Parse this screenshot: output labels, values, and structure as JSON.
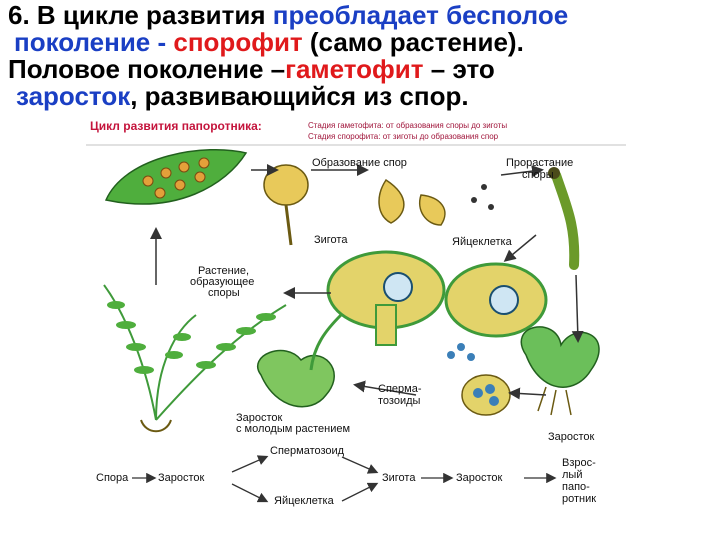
{
  "slide": {
    "title": {
      "l1_a": "6. В цикле развития ",
      "l1_b": "преобладает бесполое",
      "l2_a": "поколение - ",
      "l2_b": "спорофит",
      "l2_c": " (само растение).",
      "l3_a": "Половое поколение –",
      "l3_b": "гаметофит",
      "l3_c": " – это",
      "l4_a": "заросток",
      "l4_b": ", развивающийся из спор."
    }
  },
  "figure": {
    "heading": "Цикл развития папоротника:",
    "stage_gametophyte": "Стадия гаметофита: от образования споры до зиготы",
    "stage_sporophyte": "Стадия спорофита: от зиготы до образования спор",
    "labels": {
      "spore_formation": "Образование спор",
      "spore_germination_1": "Прорастание",
      "spore_germination_2": "споры",
      "zygote": "Зигота",
      "egg": "Яйцеклетка",
      "plant_1": "Растение,",
      "plant_2": "образующее",
      "plant_3": "споры",
      "sperm_1": "Сперма-",
      "sperm_2": "тозоиды",
      "prothallus_young_1": "Заросток",
      "prothallus_young_2": "с молодым растением",
      "prothallus_right": "Заросток"
    },
    "scheme": {
      "spermatozoid": "Сперматозоид",
      "spore": "Спора",
      "prothallus_1": "Заросток",
      "zygote": "Зигота",
      "prothallus_2": "Заросток",
      "egg": "Яйцеклетка",
      "adult_1": "Взрос-",
      "adult_2": "лый",
      "adult_3": "папо-",
      "adult_4": "ротник"
    }
  },
  "colors": {
    "title_accent_blue": "#1a3fc4",
    "title_accent_red": "#e0191b",
    "plant_green": "#3f9a3a",
    "cell_yellow": "#e3d36a"
  }
}
